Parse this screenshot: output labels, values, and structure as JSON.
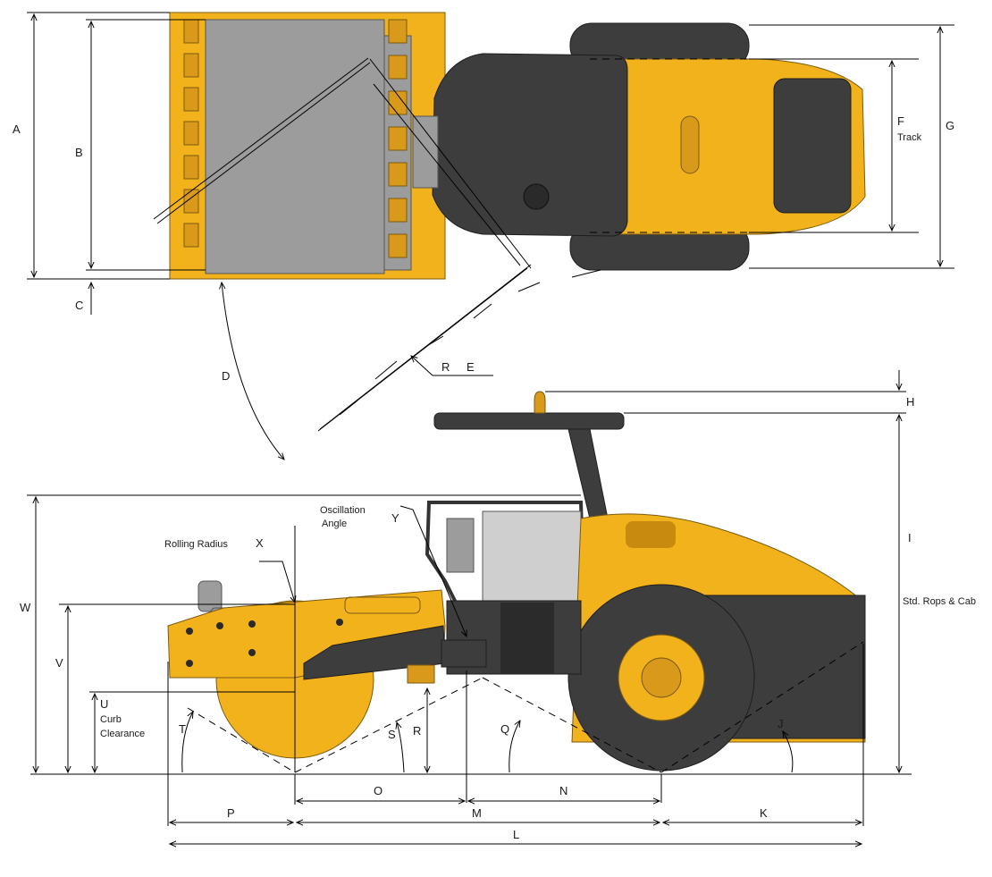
{
  "labels": {
    "A": "A",
    "B": "B",
    "C": "C",
    "D": "D",
    "R_top": "R",
    "E": "E",
    "F": "F",
    "F_sub": "Track",
    "G": "G",
    "H": "H",
    "I": "I",
    "I_sub": "Std. Rops & Cab",
    "X": "X",
    "rolling_radius": "Rolling Radius",
    "oscillation_1": "Oscillation",
    "oscillation_2": "Angle",
    "Y": "Y",
    "W": "W",
    "V": "V",
    "U": "U",
    "curb_1": "Curb",
    "curb_2": "Clearance",
    "T": "T",
    "S": "S",
    "R_bottom": "R",
    "Q": "Q",
    "J": "J",
    "O": "O",
    "N": "N",
    "M": "M",
    "P": "P",
    "K": "K",
    "L": "L"
  },
  "colors": {
    "machine_yellow": "#f2b21c",
    "machine_dark_yellow": "#d9991a",
    "machine_gray": "#3d3d3d",
    "drum_gray": "#9c9c9c",
    "line": "#000000"
  }
}
